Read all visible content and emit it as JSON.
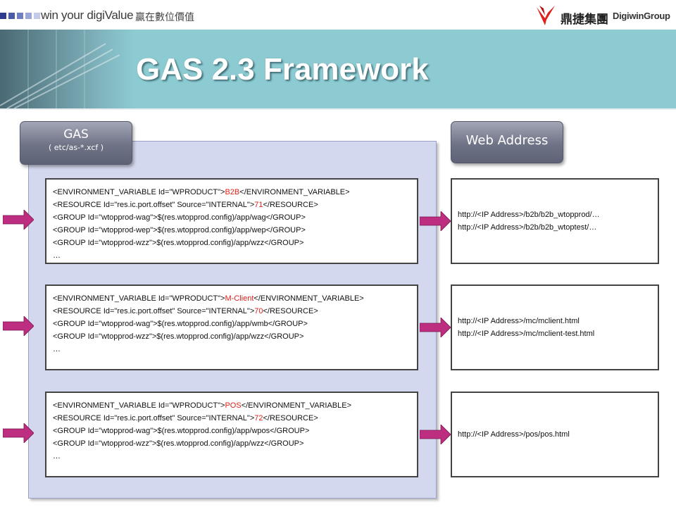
{
  "header": {
    "slogan_en": "win your digiValue",
    "slogan_zh": "贏在數位價值",
    "brand_zh": "鼎捷集團",
    "brand_en": "DigiwinGroup",
    "square_colors": [
      "#2f3b8c",
      "#4a5ca8",
      "#6d7fc2",
      "#9aa6d8",
      "#c4cbe8"
    ]
  },
  "title": "GAS 2.3 Framework",
  "tags": {
    "gas_label": "GAS",
    "gas_sub": "( etc/as-*.xcf )",
    "web_label": "Web Address"
  },
  "config_blocks": [
    {
      "lines": [
        {
          "pre": "<ENVIRONMENT_VARIABLE Id=\"WPRODUCT\">",
          "hl": "B2B",
          "post": "</ENVIRONMENT_VARIABLE>"
        },
        {
          "pre": "<RESOURCE Id=\"res.ic.port.offset\" Source=\"INTERNAL\">",
          "hl": "71",
          "post": "</RESOURCE>"
        },
        {
          "pre": "<GROUP Id=\"wtopprod-wag\">$(res.wtopprod.config)/app/wag</GROUP>",
          "hl": "",
          "post": ""
        },
        {
          "pre": "<GROUP Id=\"wtopprod-wep\">$(res.wtopprod.config)/app/wep</GROUP>",
          "hl": "",
          "post": ""
        },
        {
          "pre": "<GROUP Id=\"wtopprod-wzz\">$(res.wtopprod.config)/app/wzz</GROUP>",
          "hl": "",
          "post": ""
        },
        {
          "pre": "…",
          "hl": "",
          "post": ""
        }
      ],
      "urls": [
        "http://<IP Address>/b2b/b2b_wtopprod/…",
        "http://<IP Address>/b2b/b2b_wtoptest/…"
      ]
    },
    {
      "lines": [
        {
          "pre": "<ENVIRONMENT_VARIABLE Id=\"WPRODUCT\">",
          "hl": "M-Client",
          "post": "</ENVIRONMENT_VARIABLE>"
        },
        {
          "pre": "<RESOURCE Id=\"res.ic.port.offset\" Source=\"INTERNAL\">",
          "hl": "70",
          "post": "</RESOURCE>"
        },
        {
          "pre": "<GROUP Id=\"wtopprod-wag\">$(res.wtopprod.config)/app/wmb</GROUP>",
          "hl": "",
          "post": ""
        },
        {
          "pre": "<GROUP Id=\"wtopprod-wzz\">$(res.wtopprod.config)/app/wzz</GROUP>",
          "hl": "",
          "post": ""
        },
        {
          "pre": "…",
          "hl": "",
          "post": ""
        }
      ],
      "urls": [
        "http://<IP Address>/mc/mclient.html",
        "http://<IP Address>/mc/mclient-test.html"
      ]
    },
    {
      "lines": [
        {
          "pre": "<ENVIRONMENT_VARIABLE Id=\"WPRODUCT\">",
          "hl": "POS",
          "post": "</ENVIRONMENT_VARIABLE>"
        },
        {
          "pre": "<RESOURCE Id=\"res.ic.port.offset\" Source=\"INTERNAL\">",
          "hl": "72",
          "post": "</RESOURCE>"
        },
        {
          "pre": "<GROUP Id=\"wtopprod-wag\">$(res.wtopprod.config)/app/wpos</GROUP>",
          "hl": "",
          "post": ""
        },
        {
          "pre": "<GROUP Id=\"wtopprod-wzz\">$(res.wtopprod.config)/app/wzz</GROUP>",
          "hl": "",
          "post": ""
        },
        {
          "pre": "…",
          "hl": "",
          "post": ""
        }
      ],
      "urls": [
        "http://<IP Address>/pos/pos.html"
      ]
    }
  ],
  "colors": {
    "highlight": "#e0201b",
    "banner": "#8dcbd2",
    "panel": "#d4d8ee",
    "arrow": "#bd2e80"
  }
}
